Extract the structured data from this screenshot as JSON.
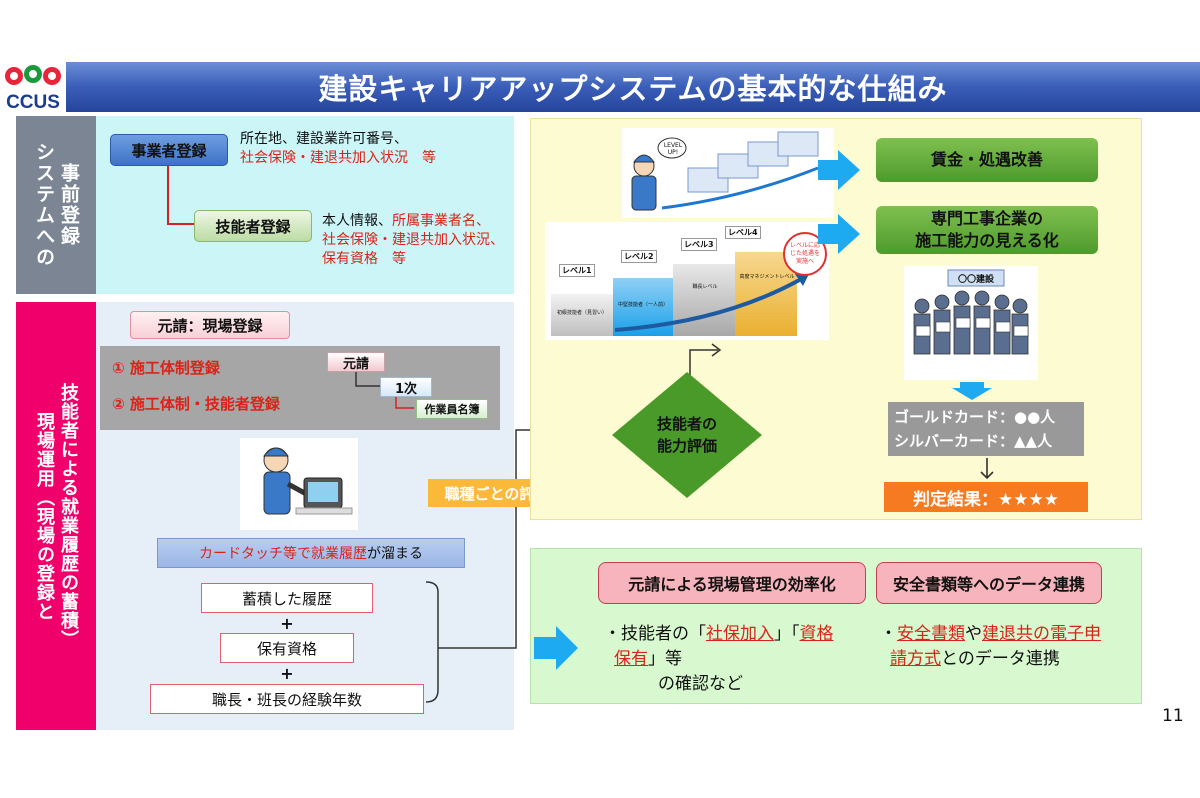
{
  "header": {
    "logo_text": "CCUS",
    "title": "建設キャリアアップシステムの基本的な仕組み"
  },
  "pre_registration": {
    "side_label": "事前登録\nシステムへの",
    "company_btn": "事業者登録",
    "company_line1": "所在地、建設業許可番号、",
    "company_line2": "社会保険・建退共加入状況　等",
    "worker_btn": "技能者登録",
    "worker_line1a": "本人情報、",
    "worker_line1b": "所属事業者名、",
    "worker_line2": "社会保険・建退共加入状況、",
    "worker_line3": "保有資格　等"
  },
  "site_operation": {
    "side_label": "技能者による就業履歴の蓄積）\n現場運用（現場の登録と",
    "site_reg_label": "元請：現場登録",
    "item1": "①  施工体制登録",
    "item2": "②  施工体制・技能者登録",
    "tree_prime": "元請",
    "tree_first": "1次",
    "tree_roster": "作業員名簿",
    "touch_a": "カードタッチ等で",
    "touch_b": "就業履歴",
    "touch_c": "が溜まる",
    "history": "蓄積した履歴",
    "plus1": "+",
    "qualification": "保有資格",
    "plus2": "+",
    "experience": "職長・班長の経験年数",
    "criteria": "職種ごとの評価基準"
  },
  "evaluation": {
    "diamond_line1": "技能者の",
    "diamond_line2": "能力評価",
    "level_up": "LEVEL UP!",
    "levels": [
      "レベル1",
      "レベル2",
      "レベル3",
      "レベル4"
    ],
    "level_captions": [
      "初級技能者（見習い）",
      "中堅技能者（一人前）",
      "職長レベル",
      "高度マネジメントレベル"
    ],
    "badge": "レベルに応じた処遇を実施へ",
    "result1": "賃金・処遇改善",
    "result2_line1": "専門工事企業の",
    "result2_line2": "施工能力の見える化",
    "sign_text": "〇〇建設",
    "gold_card": "ゴールドカード：●●人",
    "silver_card": "シルバーカード：▲▲人",
    "judgment": "判定結果：★★★★"
  },
  "benefits": {
    "efficiency_btn": "元請による現場管理の効率化",
    "data_btn": "安全書類等へのデータ連携",
    "left_p1": "・技能者の「",
    "left_u1": "社保加入",
    "left_p2": "」「",
    "left_u2": "資格",
    "left_u3": "保有",
    "left_p3": "」等",
    "left_line3": "の確認など",
    "right_p1": "・",
    "right_u1": "安全書類",
    "right_p2": "や",
    "right_u2": "建退共の電子申",
    "right_u3": "請方式",
    "right_p3": "とのデータ連携"
  },
  "page_number": "11",
  "colors": {
    "title_blue": "#3a5db8",
    "section_gray": "#7b8593",
    "section_magenta": "#f0006a",
    "pre_bg": "#ccf5f8",
    "site_bg": "#e6eef8",
    "eval_bg": "#fdfbd2",
    "benefit_bg": "#d8f9cf",
    "accent_red": "#d9241a",
    "arrow_blue": "#1eaaf0",
    "diamond_green": "#4a9a2a"
  }
}
